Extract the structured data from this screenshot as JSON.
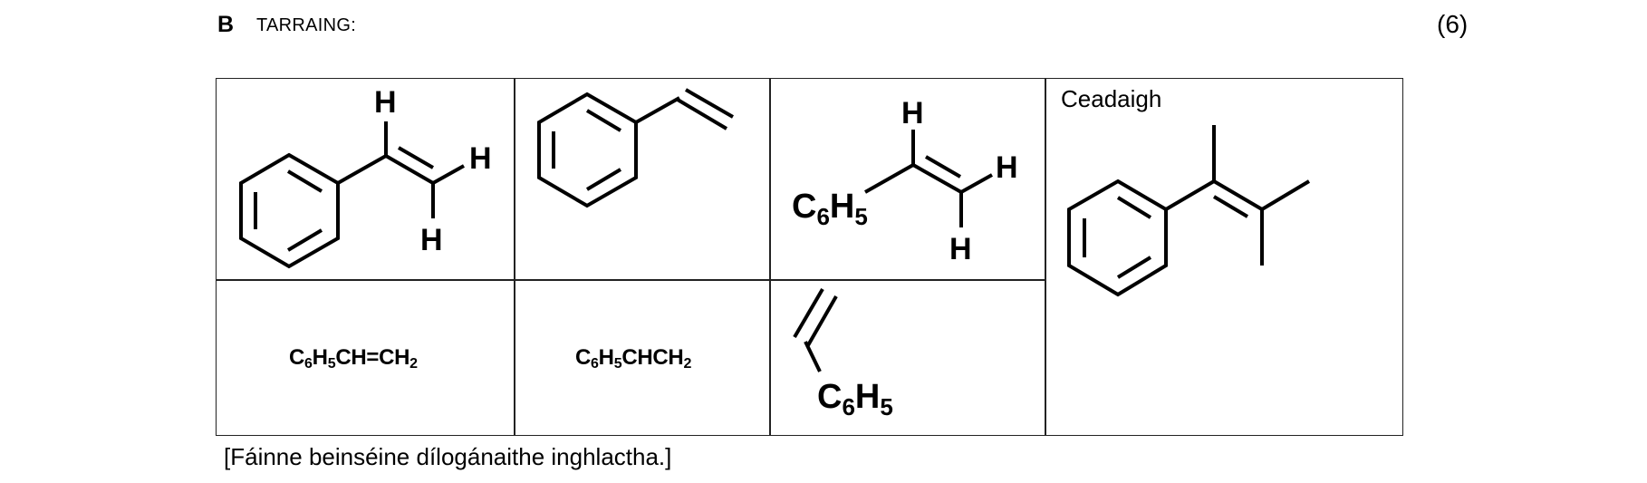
{
  "header": {
    "section_letter": "B",
    "title": "TARRAING:",
    "marks": "(6)"
  },
  "table": {
    "rows": 2,
    "columns": 4,
    "cells": [
      {
        "row": 0,
        "col": 0,
        "type": "structure",
        "description": "styrene skeletal with explicit vinyl H atoms",
        "atom_labels": [
          "H",
          "H",
          "H"
        ]
      },
      {
        "row": 0,
        "col": 1,
        "type": "structure",
        "description": "styrene skeletal formula"
      },
      {
        "row": 0,
        "col": 2,
        "type": "structure",
        "description": "C6H5 vinyl with explicit H atoms",
        "group_label": {
          "main": "C",
          "sub1": "6",
          "main2": "H",
          "sub2": "5"
        },
        "atom_labels": [
          "H",
          "H",
          "H"
        ]
      },
      {
        "row": 1,
        "col": 0,
        "type": "formula",
        "parts": [
          {
            "t": "C"
          },
          {
            "s": "6"
          },
          {
            "t": "H"
          },
          {
            "s": "5"
          },
          {
            "t": "CH=CH"
          },
          {
            "s": "2"
          }
        ]
      },
      {
        "row": 1,
        "col": 1,
        "type": "formula",
        "parts": [
          {
            "t": "C"
          },
          {
            "s": "6"
          },
          {
            "t": "H"
          },
          {
            "s": "5"
          },
          {
            "t": "CHCH"
          },
          {
            "s": "2"
          }
        ]
      },
      {
        "row": 1,
        "col": 2,
        "type": "structure",
        "description": "vinyl attached to C6H5",
        "group_label": {
          "main": "C",
          "sub1": "6",
          "main2": "H",
          "sub2": "5"
        }
      },
      {
        "row": "0-1",
        "col": 3,
        "type": "structure",
        "label": "Ceadaigh",
        "description": "substituted phenyl alkene allowed answer"
      }
    ]
  },
  "labels": {
    "H": "H",
    "allow": "Ceadaigh",
    "f1": {
      "C": "C",
      "six": "6",
      "H": "H",
      "five": "5",
      "tail": "CH=CH",
      "two": "2"
    },
    "f2": {
      "C": "C",
      "six": "6",
      "H": "H",
      "five": "5",
      "tail": "CHCH",
      "two": "2"
    },
    "group": {
      "C": "C",
      "six": "6",
      "H": "H",
      "five": "5"
    }
  },
  "footnote": "[Fáinne beinséine dílogánaithe inghlactha.]"
}
